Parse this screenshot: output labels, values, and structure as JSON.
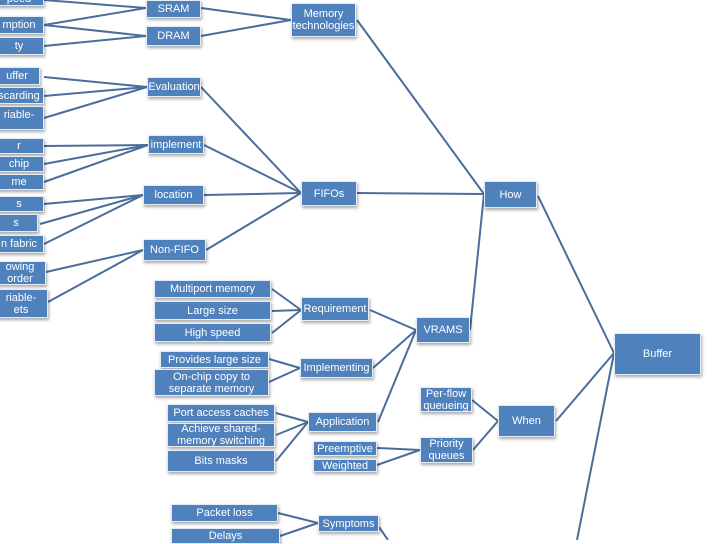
{
  "nodes": {
    "buffer": "Buffer",
    "how": "How",
    "when": "When",
    "memory_tech": "Memory\ntechnologies",
    "sram": "SRAM",
    "dram": "DRAM",
    "fifos": "FIFOs",
    "evaluation": "Evaluation",
    "implement": "implement",
    "location": "location",
    "non_fifo": "Non-FIFO",
    "vrams": "VRAMS",
    "requirement": "Requirement",
    "implementing": "Implementing",
    "application": "Application",
    "multiport_memory": "Multiport memory",
    "large_size": "Large size",
    "high_speed": "High speed",
    "provides_large_size": "Provides large size",
    "onchip_copy": "On-chip copy to\nseparate memory",
    "port_access_caches": "Port access caches",
    "achieve_shared": "Achieve shared-\nmemory switching",
    "bits_masks": "Bits masks",
    "perflow_queueing": "Per-flow\nqueueing",
    "priority_queues": "Priority\nqueues",
    "preemptive": "Preemptive",
    "weighted": "Weighted",
    "symptoms": "Symptoms",
    "packet_loss": "Packet loss",
    "delays": "Delays",
    "left_speed": "peed",
    "left_consumption": "mption",
    "left_ty": "ty",
    "left_buffer": "uffer",
    "left_discarding": "scarding",
    "left_variable": "riable-",
    "left_r": "r",
    "left_chip": "chip",
    "left_me": "me",
    "left_s1": "s",
    "left_s2": "s",
    "left_fabric": "n fabric",
    "left_following": "owing\norder",
    "left_variable_packets": "riable-\nets"
  }
}
